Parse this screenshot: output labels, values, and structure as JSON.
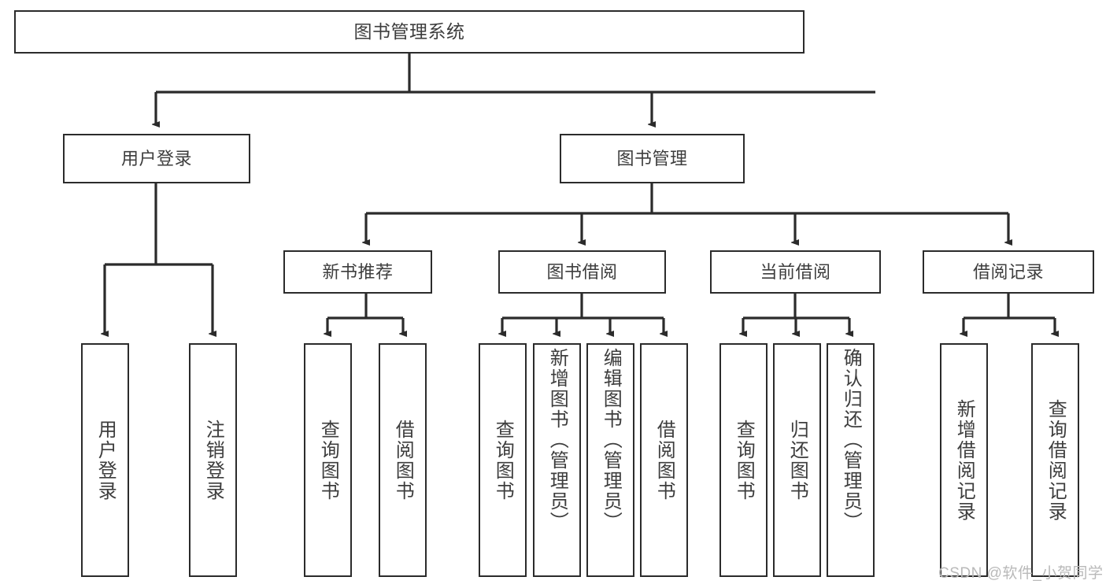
{
  "diagram": {
    "type": "tree-hierarchy",
    "title": "图书管理系统",
    "root": {
      "id": "root",
      "label": "图书管理系统"
    },
    "level2": [
      {
        "id": "user-login",
        "label": "用户登录"
      },
      {
        "id": "book-manage",
        "label": "图书管理"
      }
    ],
    "level3": [
      {
        "id": "new-book-recommend",
        "label": "新书推荐",
        "parent": "book-manage"
      },
      {
        "id": "book-borrow",
        "label": "图书借阅",
        "parent": "book-manage"
      },
      {
        "id": "current-borrow",
        "label": "当前借阅",
        "parent": "book-manage"
      },
      {
        "id": "borrow-record",
        "label": "借阅记录",
        "parent": "book-manage"
      }
    ],
    "leaves": {
      "user_login": [
        {
          "id": "leaf-user-login",
          "label": "用户登录"
        },
        {
          "id": "leaf-logout-login",
          "label": "注销登录"
        }
      ],
      "new_book_recommend": [
        {
          "id": "leaf-query-book-1",
          "label": "查询图书"
        },
        {
          "id": "leaf-borrow-book-1",
          "label": "借阅图书"
        }
      ],
      "book_borrow": [
        {
          "id": "leaf-query-book-2",
          "label": "查询图书"
        },
        {
          "id": "leaf-add-book",
          "label": "新增图书（管理员）"
        },
        {
          "id": "leaf-edit-book",
          "label": "编辑图书（管理员）"
        },
        {
          "id": "leaf-borrow-book-2",
          "label": "借阅图书"
        }
      ],
      "current_borrow": [
        {
          "id": "leaf-query-book-3",
          "label": "查询图书"
        },
        {
          "id": "leaf-return-book",
          "label": "归还图书"
        },
        {
          "id": "leaf-confirm-return",
          "label": "确认归还（管理员）"
        }
      ],
      "borrow_record": [
        {
          "id": "leaf-add-record",
          "label": "新增借阅记录"
        },
        {
          "id": "leaf-query-record",
          "label": "查询借阅记录"
        }
      ]
    },
    "colors": {
      "stroke": "#2b2b2b",
      "text": "#3d3d3d",
      "background": "#ffffff",
      "watermark": "#b9b9b9"
    }
  },
  "watermark": {
    "text": "CSDN @软件_小贺同学"
  }
}
